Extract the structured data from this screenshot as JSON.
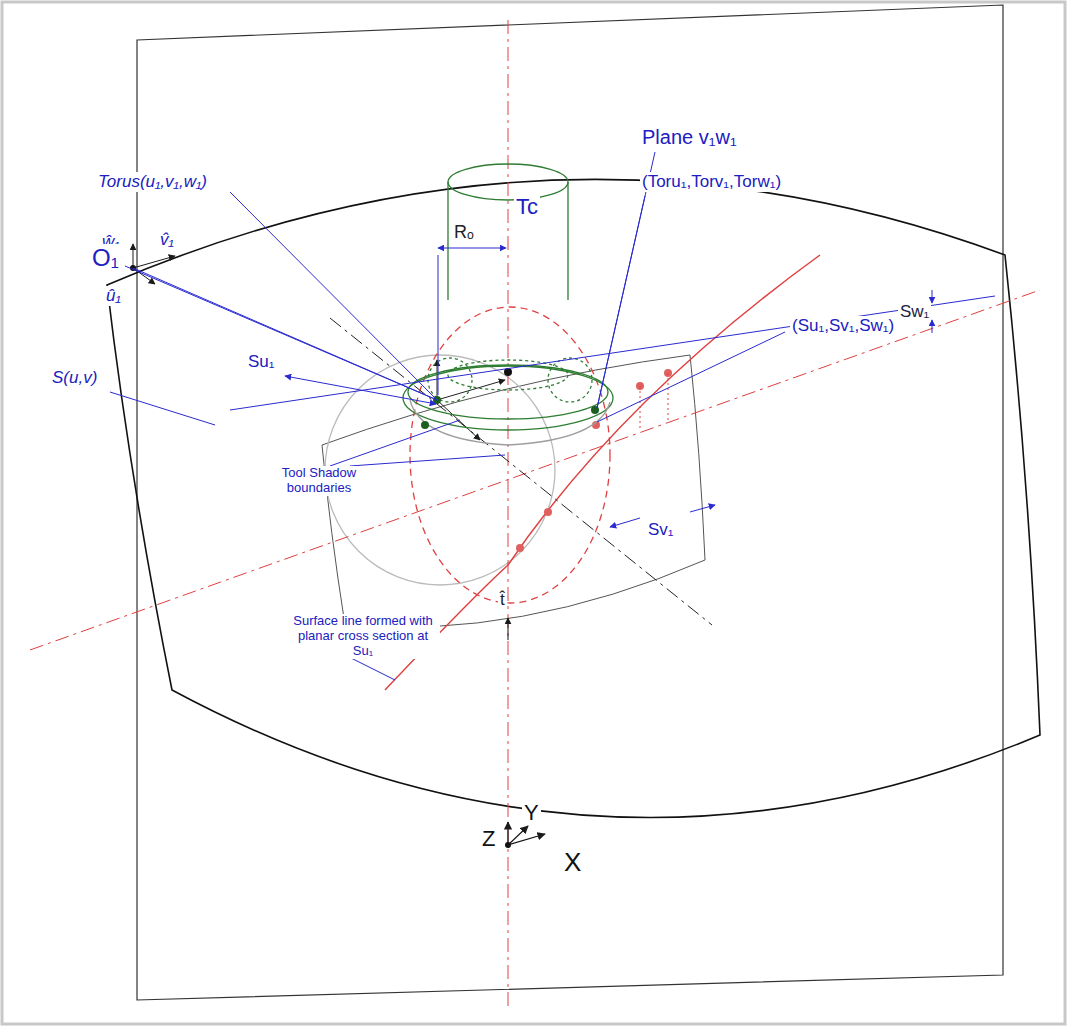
{
  "diagram": {
    "labels": [
      "ŵ₁",
      "v̂₁",
      "û₁",
      "Torus(u₁,v₁,w₁)",
      "Rₒ",
      "O₁",
      "Tc",
      "Plane v₁w₁",
      "(Toru₁,Torv₁,Torw₁)",
      "Sw₁",
      "Su₁",
      "(Su₁,Sv₁,Sw₁)",
      "Sv₁",
      "S(u,v)",
      "Tool Shadow boundaries",
      "t̂",
      "Surface line formed with planar cross section at Su₁",
      "Z",
      "Y",
      "X"
    ]
  }
}
